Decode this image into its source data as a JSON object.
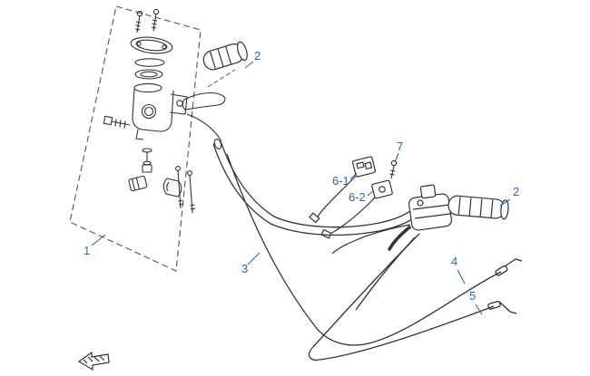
{
  "diagram": {
    "background_color": "#ffffff",
    "line_color": "#333333",
    "callout_color": "#2f62b8",
    "callouts": {
      "c1": "1",
      "c2_left": "2",
      "c2_right": "2",
      "c3": "3",
      "c4": "4",
      "c5": "5",
      "c6_1": "6-1",
      "c6_2": "6-2",
      "c7": "7"
    }
  }
}
